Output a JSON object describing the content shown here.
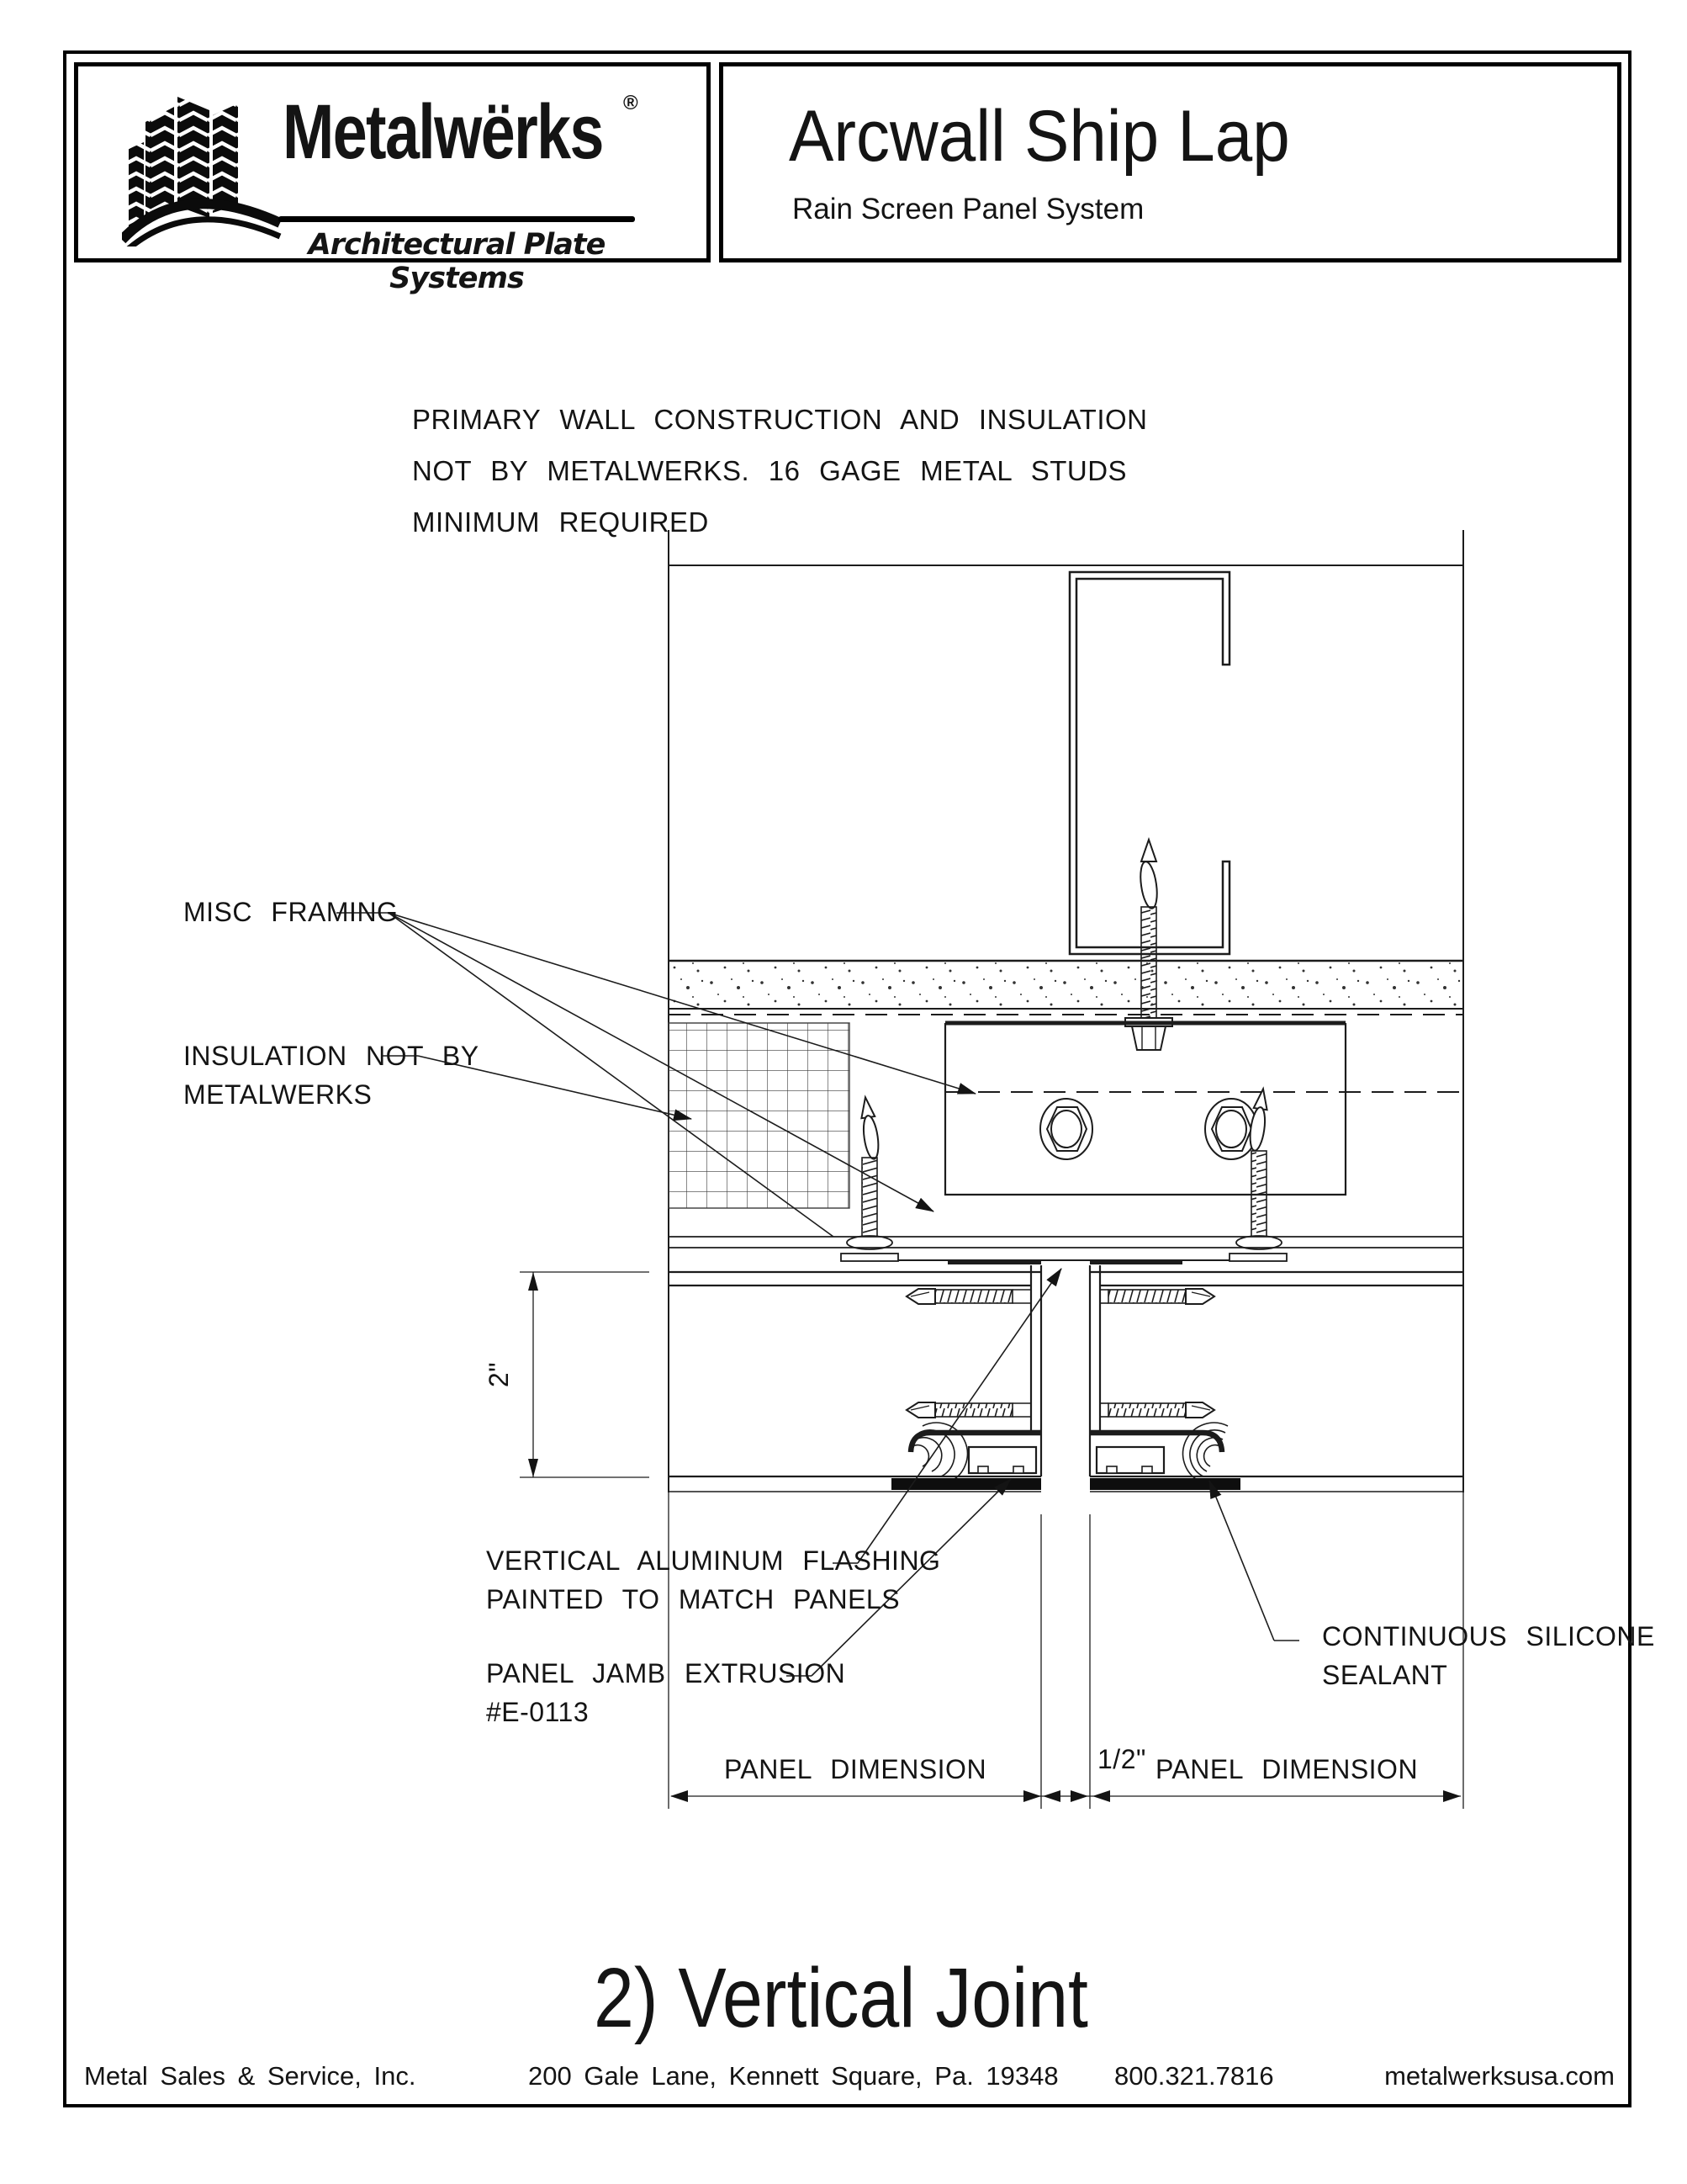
{
  "header": {
    "brand": "Metalwërks",
    "brand_registered": "®",
    "brand_tagline": "Architectural Plate Systems",
    "title": "Arcwall Ship Lap",
    "subtitle": "Rain Screen Panel System"
  },
  "note": [
    "PRIMARY WALL CONSTRUCTION AND INSULATION",
    "NOT BY METALWERKS. 16 GAGE METAL STUDS",
    "MINIMUM REQUIRED"
  ],
  "labels": {
    "misc_framing": "MISC FRAMING",
    "insulation_line1": "INSULATION NOT BY",
    "insulation_line2": "METALWERKS",
    "flashing_line1": "VERTICAL ALUMINUM FLASHING",
    "flashing_line2": "PAINTED TO MATCH PANELS",
    "jamb_line1": "PANEL JAMB EXTRUSION",
    "jamb_line2": "#E-0113",
    "sealant_line1": "CONTINUOUS SILICONE",
    "sealant_line2": "SEALANT",
    "dim_depth": "2\"",
    "dim_joint": "1/2\"",
    "dim_panel_left": "PANEL DIMENSION",
    "dim_panel_right": "PANEL DIMENSION"
  },
  "drawing_title": "2) Vertical Joint",
  "footer": {
    "company": "Metal Sales & Service, Inc.",
    "address": "200 Gale Lane, Kennett Square, Pa. 19348",
    "phone": "800.321.7816",
    "website": "metalwerksusa.com"
  },
  "colors": {
    "line": "#1c1c1c",
    "ink": "#000000",
    "paper": "#ffffff"
  }
}
